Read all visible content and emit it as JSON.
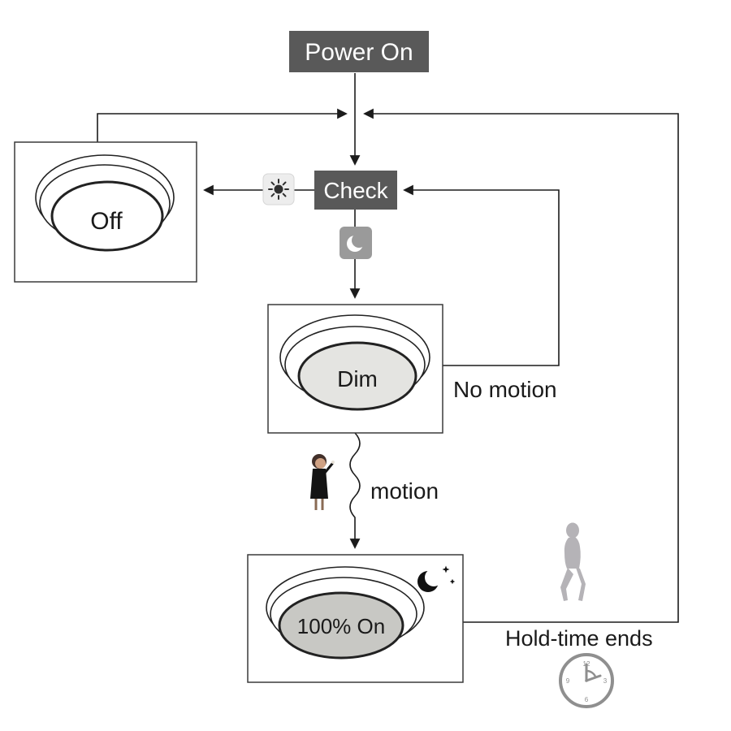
{
  "diagram": {
    "nodes": {
      "power_on": {
        "label": "Power On"
      },
      "check": {
        "label": "Check"
      },
      "off_lamp": {
        "label": "Off"
      },
      "dim_lamp": {
        "label": "Dim"
      },
      "full_on_lamp": {
        "label": "100% On"
      }
    },
    "edges": {
      "no_motion": {
        "label": "No motion"
      },
      "motion": {
        "label": "motion"
      },
      "hold_time_ends": {
        "label": "Hold-time ends"
      }
    },
    "icons": {
      "sun": "sun-icon",
      "moon": "moon-icon",
      "moon_stars": "moon-stars-icon",
      "motion_person": "person-icon",
      "walking_person": "walking-person-icon",
      "clock": "clock-icon"
    },
    "colors": {
      "node_fill": "#595959",
      "node_text": "#ffffff",
      "line": "#1c1c1c",
      "dim_fill": "#e4e4e1",
      "full_on_fill": "#c8c8c4",
      "moon_badge": "#9a9a9a",
      "sun_badge": "#ededed",
      "silhouette": "#b5b3b7",
      "clock": "#8f8f8f"
    }
  }
}
